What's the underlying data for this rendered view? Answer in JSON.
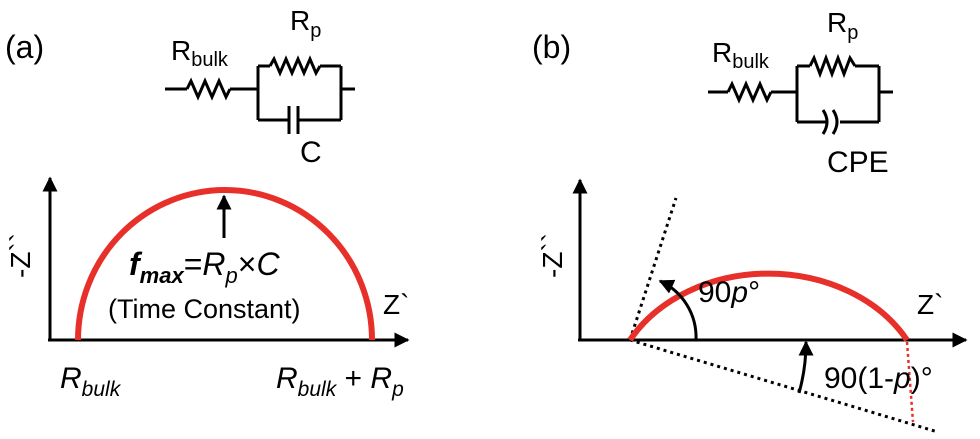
{
  "panel_a": {
    "label": "(a)",
    "circuit": {
      "r_bulk": {
        "main": "R",
        "sub": "bulk"
      },
      "r_p": {
        "main": "R",
        "sub": "p"
      },
      "cap": "C"
    },
    "y_axis": "-Z``",
    "x_axis": "Z`",
    "fmax": {
      "f": "f",
      "sub": "max",
      "eq": "=",
      "r": "R",
      "rsub": "p",
      "times": "×",
      "c": "C"
    },
    "time_constant": "(Time Constant)",
    "x_left": {
      "main": "R",
      "sub": "bulk"
    },
    "x_right": {
      "main": "R",
      "sub": "bulk",
      "plus": " + ",
      "main2": "R",
      "sub2": "p"
    },
    "arc_color": "#e8302a"
  },
  "panel_b": {
    "label": "(b)",
    "circuit": {
      "r_bulk": {
        "main": "R",
        "sub": "bulk"
      },
      "r_p": {
        "main": "R",
        "sub": "p"
      },
      "cpe": "CPE"
    },
    "y_axis": "-Z``",
    "x_axis": "Z`",
    "angle1": {
      "num": "90",
      "p": "p",
      "deg": "°"
    },
    "angle2": {
      "pre": "90(1-",
      "p": "p",
      "post": ")°"
    },
    "arc_color": "#e8302a"
  }
}
